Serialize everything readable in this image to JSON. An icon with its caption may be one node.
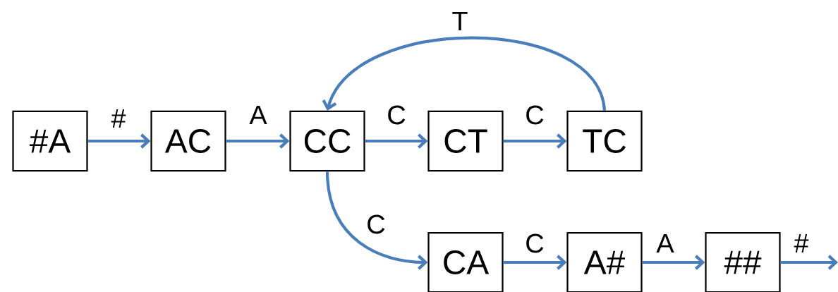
{
  "diagram": {
    "nodes": [
      {
        "text": [
          "#A"
        ]
      },
      {
        "text": [
          "AC"
        ]
      },
      {
        "text": [
          "CC"
        ]
      },
      {
        "text": [
          "CT"
        ]
      },
      {
        "text": [
          "TC"
        ]
      },
      {
        "text": [
          "CA"
        ]
      },
      {
        "text": [
          "A#"
        ]
      },
      {
        "text": [
          "##"
        ]
      }
    ],
    "edges": [
      {
        "from": 0,
        "to": 1,
        "arrow": "to",
        "label": "#"
      },
      {
        "from": 1,
        "to": 2,
        "arrow": "to",
        "label": "A"
      },
      {
        "from": 2,
        "to": 3,
        "arrow": "to",
        "label": "C"
      },
      {
        "from": 3,
        "to": 4,
        "arrow": "to",
        "label": "C"
      },
      {
        "from": 4,
        "to": 2,
        "arrow": "to",
        "label": "T"
      },
      {
        "from": 2,
        "to": 5,
        "arrow": "to",
        "label": "C"
      },
      {
        "from": 5,
        "to": 6,
        "arrow": "to",
        "label": "C"
      },
      {
        "from": 6,
        "to": 7,
        "arrow": "to",
        "label": "A"
      },
      {
        "from": 7,
        "to": null,
        "arrow": "to",
        "label": "#"
      }
    ]
  }
}
